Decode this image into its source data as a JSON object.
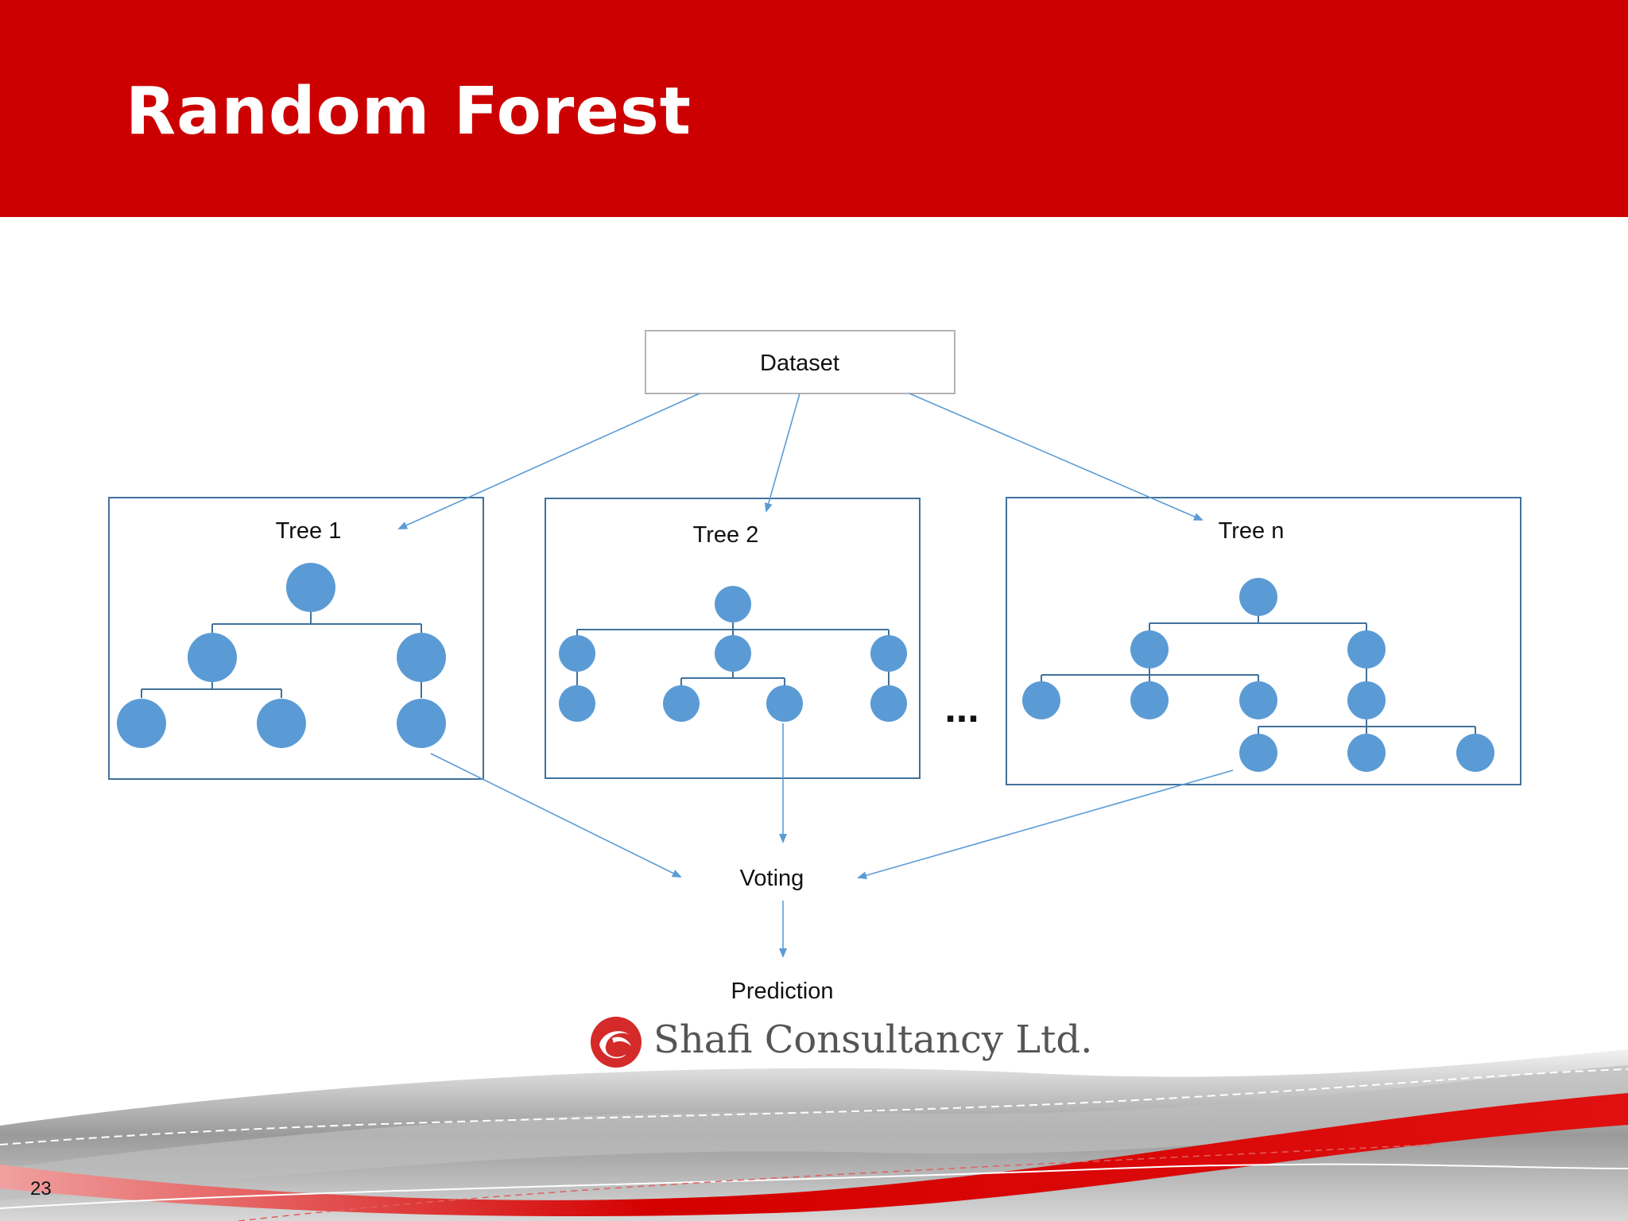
{
  "slide": {
    "title": "Random Forest",
    "page_number": "23"
  },
  "diagram": {
    "dataset_label": "Dataset",
    "trees": [
      {
        "label": "Tree 1"
      },
      {
        "label": "Tree 2"
      },
      {
        "label": "Tree n"
      }
    ],
    "ellipsis": "...",
    "voting_label": "Voting",
    "prediction_label": "Prediction"
  },
  "logo": {
    "company_name": "Shafi Consultancy Ltd.",
    "icon": "swirl-logo-icon"
  },
  "colors": {
    "header_red": "#cc0000",
    "node_blue": "#5b9bd5",
    "box_border": "#41719c",
    "arrow_blue": "#5b9bd5"
  }
}
